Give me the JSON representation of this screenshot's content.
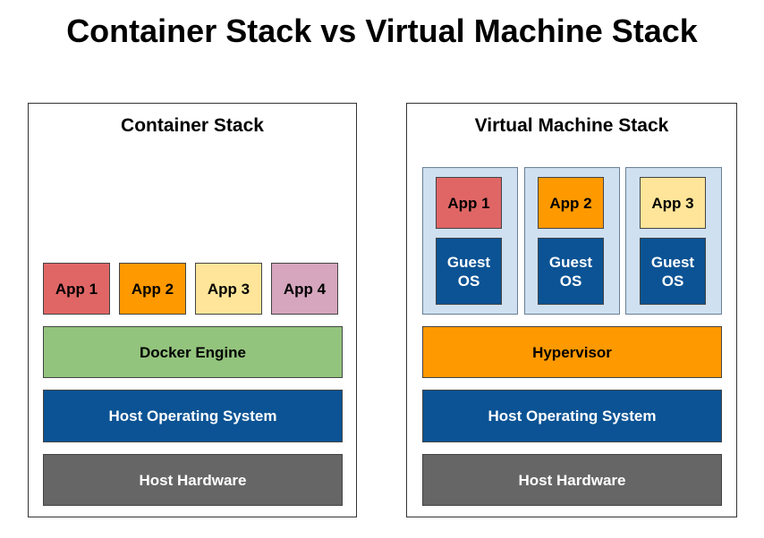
{
  "title": "Container Stack vs Virtual Machine Stack",
  "colors": {
    "app_red": "#e06666",
    "app_orange": "#ff9900",
    "app_yellow": "#ffe599",
    "app_pink": "#d5a6bd",
    "docker_green": "#93c47d",
    "os_blue": "#0b5394",
    "hardware_gray": "#666666",
    "vm_bg": "#cfe0f1"
  },
  "container_stack": {
    "title": "Container Stack",
    "apps": [
      "App 1",
      "App 2",
      "App 3",
      "App 4"
    ],
    "engine": "Docker Engine",
    "host_os": "Host Operating System",
    "hardware": "Host Hardware"
  },
  "vm_stack": {
    "title": "Virtual Machine Stack",
    "vms": [
      {
        "app": "App 1",
        "guest_os": "Guest\nOS"
      },
      {
        "app": "App 2",
        "guest_os": "Guest\nOS"
      },
      {
        "app": "App 3",
        "guest_os": "Guest\nOS"
      }
    ],
    "hypervisor": "Hypervisor",
    "host_os": "Host Operating System",
    "hardware": "Host Hardware"
  }
}
